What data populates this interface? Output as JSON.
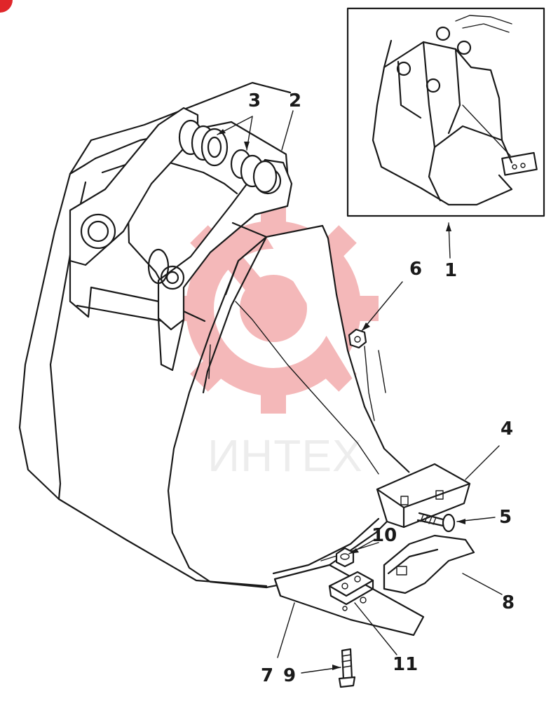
{
  "callouts": [
    {
      "id": "1",
      "label": "1"
    },
    {
      "id": "2",
      "label": "2"
    },
    {
      "id": "3",
      "label": "3"
    },
    {
      "id": "4",
      "label": "4"
    },
    {
      "id": "5",
      "label": "5"
    },
    {
      "id": "6",
      "label": "6"
    },
    {
      "id": "7",
      "label": "7"
    },
    {
      "id": "8",
      "label": "8"
    },
    {
      "id": "9",
      "label": "9"
    },
    {
      "id": "10",
      "label": "10"
    },
    {
      "id": "11",
      "label": "11"
    }
  ],
  "watermark": {
    "text": "ИНТЕХ",
    "color": "#e0262a"
  },
  "colors": {
    "line": "#1a1a1a",
    "watermark_gear": "#e0262a",
    "badge": "#e0262a"
  }
}
